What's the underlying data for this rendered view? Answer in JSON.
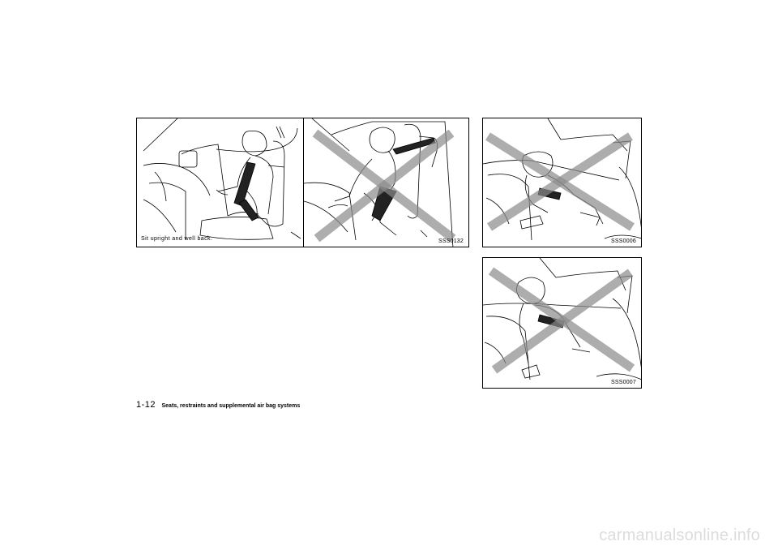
{
  "figures": {
    "main": {
      "caption": "Sit upright and well back.",
      "code": "SSS0132"
    },
    "b": {
      "code": "SSS0006"
    },
    "c": {
      "code": "SSS0007"
    }
  },
  "footer": {
    "page_number": "1-12",
    "section_title": "Seats, restraints and supplemental air bag systems"
  },
  "watermark": "carmanualsonline.info"
}
